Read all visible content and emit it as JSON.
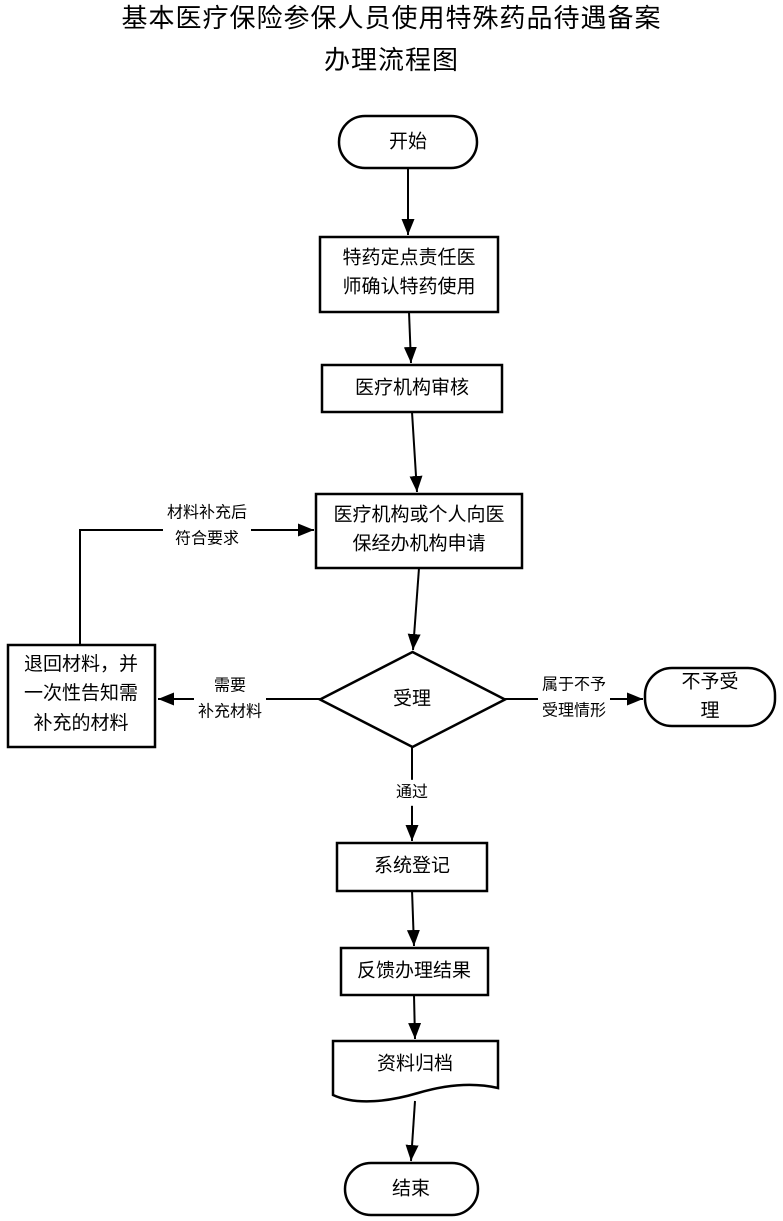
{
  "title": {
    "line1": "基本医疗保险参保人员使用特殊药品待遇备案",
    "line2": "办理流程图"
  },
  "nodes": {
    "start": {
      "label": "开始"
    },
    "doctor_confirm": {
      "label": "特药定点责任医\n师确认特药使用"
    },
    "hospital_review": {
      "label": "医疗机构审核"
    },
    "apply": {
      "label": "医疗机构或个人向医\n保经办机构申请"
    },
    "accept_decision": {
      "label": "受理"
    },
    "return_materials": {
      "label": "退回材料，并\n一次性告知需\n补充的材料"
    },
    "not_accepted": {
      "label": "不予受理"
    },
    "system_register": {
      "label": "系统登记"
    },
    "feedback_result": {
      "label": "反馈办理结果"
    },
    "archive": {
      "label": "资料归档"
    },
    "end": {
      "label": "结束"
    }
  },
  "edge_labels": {
    "supplement_ok": "材料补充后\n符合要求",
    "need_supplement": "需要\n补充材料",
    "not_accept_case": "属于不予\n受理情形",
    "pass": "通过"
  },
  "colors": {
    "stroke": "#000000",
    "fill": "#ffffff",
    "background": "#ffffff",
    "text": "#000000"
  }
}
